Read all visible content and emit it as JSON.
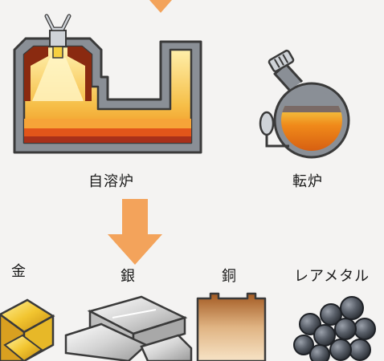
{
  "process": {
    "smelter_label": "自溶炉",
    "converter_label": "転炉"
  },
  "products": [
    {
      "name": "金"
    },
    {
      "name": "銀"
    },
    {
      "name": "銅"
    },
    {
      "name": "レアメタル"
    }
  ],
  "colors": {
    "background": "#f4f3f2",
    "arrow": "#f3a35b",
    "outline": "#3a3a3a",
    "molten": "#f08a1a",
    "slag": "#7a6a66",
    "gold": "#f2c530",
    "silver": "#cfcfcf",
    "copper": "#b8733d",
    "rare_metal": "#555a63"
  }
}
